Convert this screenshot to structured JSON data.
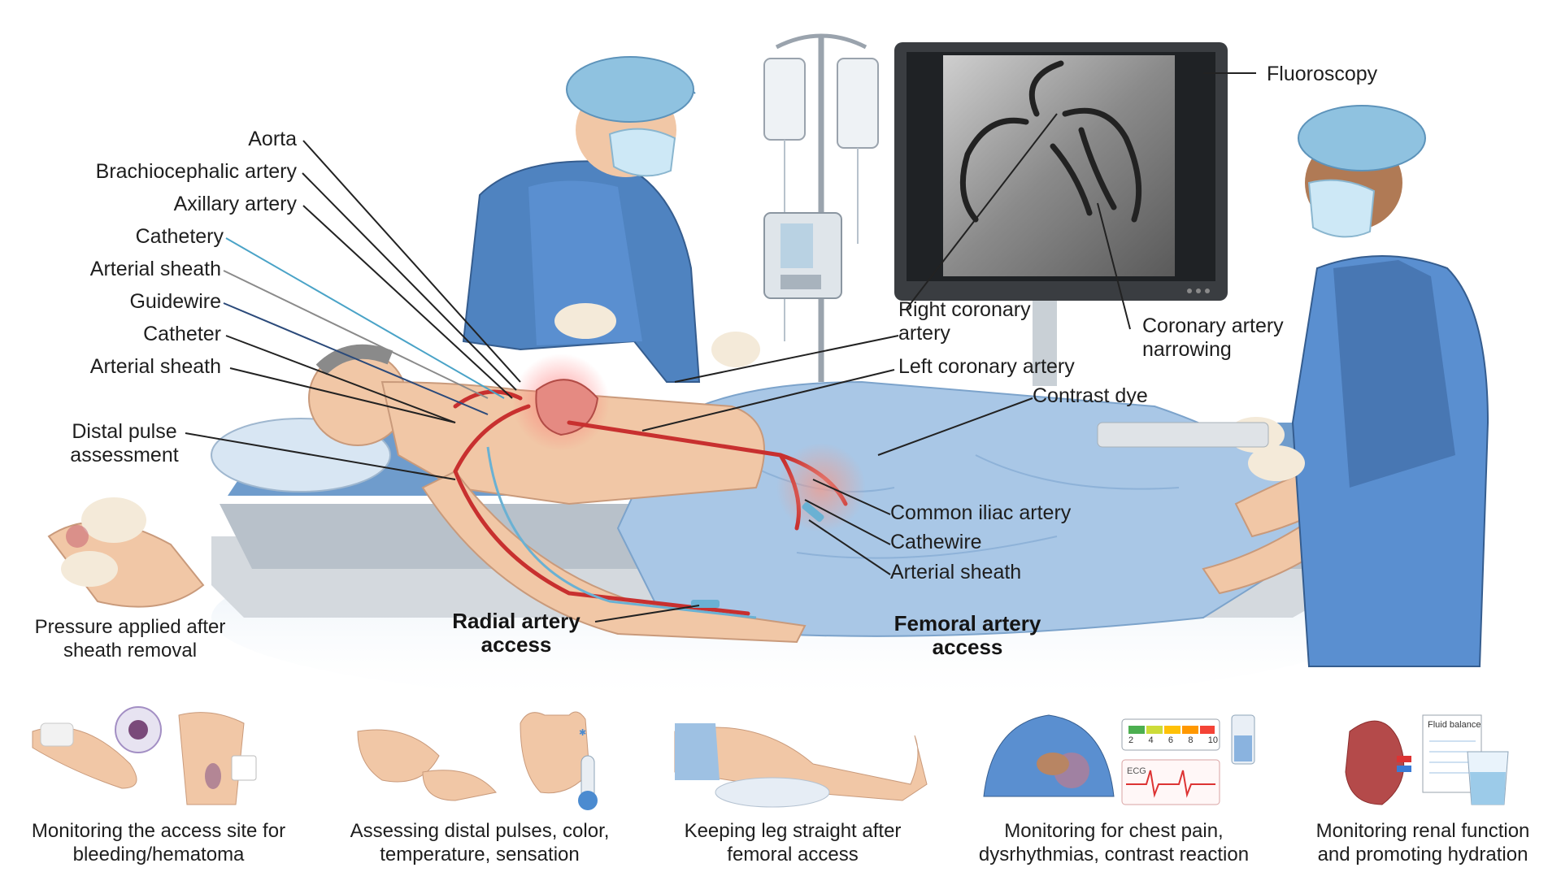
{
  "labels": {
    "aorta": "Aorta",
    "brachiocephalic": "Brachiocephalic artery",
    "axillary": "Axillary artery",
    "cathetery": "Cathetery",
    "arterial_sheath_1": "Arterial sheath",
    "guidewire": "Guidewire",
    "catheter": "Catheter",
    "arterial_sheath_2": "Arterial sheath",
    "distal_pulse": "Distal pulse assessment",
    "pressure_applied": "Pressure applied after sheath removal",
    "fluoroscopy": "Fluoroscopy",
    "right_coronary": "Right coronary artery",
    "coronary_narrowing": "Coronary artery narrowing",
    "left_coronary": "Left coronary artery",
    "contrast_dye": "Contrast dye",
    "common_iliac": "Common iliac artery",
    "cathewire": "Cathewire",
    "arterial_sheath_3": "Arterial sheath",
    "radial_access": "Radial artery access",
    "femoral_access": "Femoral artery access"
  },
  "panels": [
    {
      "caption": "Monitoring the access site for bleeding/hematoma"
    },
    {
      "caption": "Assessing distal pulses, color, temperature, sensation"
    },
    {
      "caption": "Keeping leg straight after femoral access"
    },
    {
      "caption": "Monitoring for chest pain, dysrhythmias, contrast reaction"
    },
    {
      "caption": "Monitoring renal function and promoting hydration"
    }
  ],
  "panel_text": {
    "ecg": "ECG",
    "scale": [
      "2",
      "4",
      "6",
      "8",
      "10"
    ],
    "fluid_balance": "Fluid balance"
  },
  "colors": {
    "scrubs": "#4f83c0",
    "gown": "#5a8fd0",
    "drape": "#a9c7e6",
    "skin": "#f1c7a6",
    "artery": "#c8302f",
    "cap": "#8fc2e0"
  }
}
